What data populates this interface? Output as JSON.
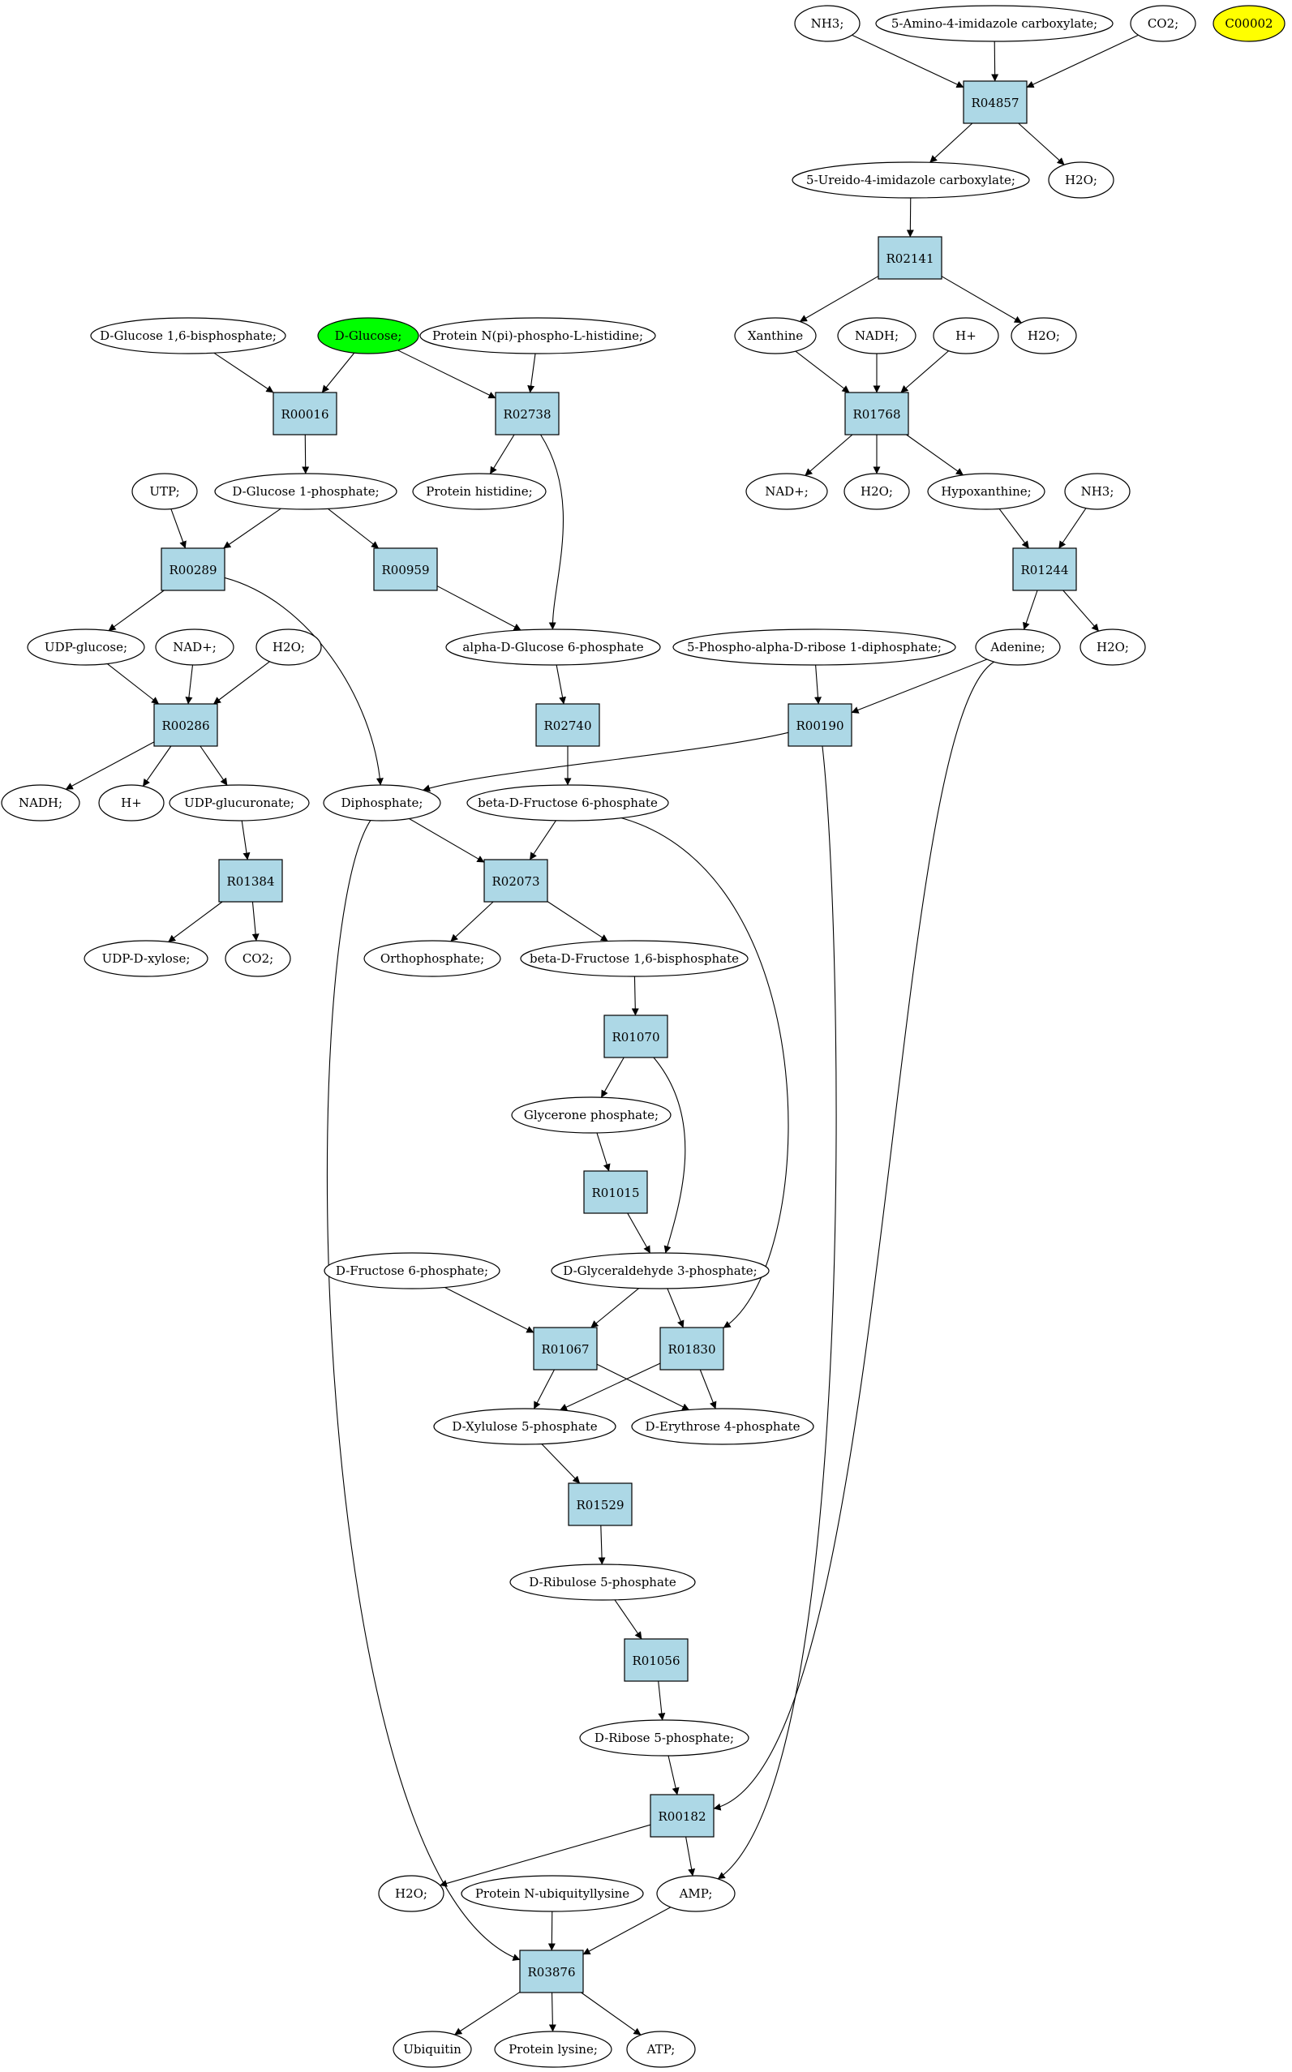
{
  "colors": {
    "reaction_fill": "#add8e6",
    "compound_fill": "#ffffff",
    "start_fill": "#00ff00",
    "highlight_fill": "#ffff00",
    "stroke": "#000000"
  },
  "compounds": [
    {
      "id": "nh3_a",
      "label": "NH3;"
    },
    {
      "id": "amino_imid",
      "label": "5-Amino-4-imidazole carboxylate;"
    },
    {
      "id": "co2_a",
      "label": "CO2;"
    },
    {
      "id": "c00002",
      "label": "C00002",
      "fill": "highlight"
    },
    {
      "id": "ureido",
      "label": "5-Ureido-4-imidazole carboxylate;"
    },
    {
      "id": "h2o_a",
      "label": "H2O;"
    },
    {
      "id": "xanthine",
      "label": "Xanthine"
    },
    {
      "id": "nadh_a",
      "label": "NADH;"
    },
    {
      "id": "hplus_a",
      "label": "H+"
    },
    {
      "id": "h2o_b",
      "label": "H2O;"
    },
    {
      "id": "nadplus_a",
      "label": "NAD+;"
    },
    {
      "id": "h2o_c",
      "label": "H2O;"
    },
    {
      "id": "hypoxanthine",
      "label": "Hypoxanthine;"
    },
    {
      "id": "nh3_b",
      "label": "NH3;"
    },
    {
      "id": "adenine",
      "label": "Adenine;"
    },
    {
      "id": "h2o_d",
      "label": "H2O;"
    },
    {
      "id": "prpp",
      "label": "5-Phospho-alpha-D-ribose 1-diphosphate;"
    },
    {
      "id": "glc16bp",
      "label": "D-Glucose 1,6-bisphosphate;"
    },
    {
      "id": "dglucose",
      "label": "D-Glucose;",
      "fill": "start"
    },
    {
      "id": "protnphis",
      "label": "Protein N(pi)-phospho-L-histidine;"
    },
    {
      "id": "utp",
      "label": "UTP;"
    },
    {
      "id": "glc1p",
      "label": "D-Glucose 1-phosphate;"
    },
    {
      "id": "prothis",
      "label": "Protein histidine;"
    },
    {
      "id": "udpglc",
      "label": "UDP-glucose;"
    },
    {
      "id": "nadplus_b",
      "label": "NAD+;"
    },
    {
      "id": "h2o_e",
      "label": "H2O;"
    },
    {
      "id": "aglc6p",
      "label": "alpha-D-Glucose 6-phosphate"
    },
    {
      "id": "nadh_b",
      "label": "NADH;"
    },
    {
      "id": "hplus_b",
      "label": "H+"
    },
    {
      "id": "udpglcu",
      "label": "UDP-glucuronate;"
    },
    {
      "id": "diphosphate",
      "label": "Diphosphate;"
    },
    {
      "id": "bfru6p",
      "label": "beta-D-Fructose 6-phosphate"
    },
    {
      "id": "udpxyl",
      "label": "UDP-D-xylose;"
    },
    {
      "id": "co2_b",
      "label": "CO2;"
    },
    {
      "id": "orthop",
      "label": "Orthophosphate;"
    },
    {
      "id": "bfru16bp",
      "label": "beta-D-Fructose 1,6-bisphosphate"
    },
    {
      "id": "glyp",
      "label": "Glycerone phosphate;"
    },
    {
      "id": "dfru6p",
      "label": "D-Fructose 6-phosphate;"
    },
    {
      "id": "ga3p",
      "label": "D-Glyceraldehyde 3-phosphate;"
    },
    {
      "id": "xyl5p",
      "label": "D-Xylulose 5-phosphate"
    },
    {
      "id": "ery4p",
      "label": "D-Erythrose 4-phosphate"
    },
    {
      "id": "rul5p",
      "label": "D-Ribulose 5-phosphate"
    },
    {
      "id": "rib5p",
      "label": "D-Ribose 5-phosphate;"
    },
    {
      "id": "h2o_f",
      "label": "H2O;"
    },
    {
      "id": "protubq",
      "label": "Protein N-ubiquityllysine"
    },
    {
      "id": "amp",
      "label": "AMP;"
    },
    {
      "id": "ubiquitin",
      "label": "Ubiquitin"
    },
    {
      "id": "protlys",
      "label": "Protein lysine;"
    },
    {
      "id": "atp",
      "label": "ATP;"
    }
  ],
  "reactions": [
    {
      "id": "R04857",
      "label": "R04857"
    },
    {
      "id": "R02141",
      "label": "R02141"
    },
    {
      "id": "R01768",
      "label": "R01768"
    },
    {
      "id": "R01244",
      "label": "R01244"
    },
    {
      "id": "R00016",
      "label": "R00016"
    },
    {
      "id": "R02738",
      "label": "R02738"
    },
    {
      "id": "R00289",
      "label": "R00289"
    },
    {
      "id": "R00959",
      "label": "R00959"
    },
    {
      "id": "R00286",
      "label": "R00286"
    },
    {
      "id": "R02740",
      "label": "R02740"
    },
    {
      "id": "R00190",
      "label": "R00190"
    },
    {
      "id": "R01384",
      "label": "R01384"
    },
    {
      "id": "R02073",
      "label": "R02073"
    },
    {
      "id": "R01070",
      "label": "R01070"
    },
    {
      "id": "R01015",
      "label": "R01015"
    },
    {
      "id": "R01067",
      "label": "R01067"
    },
    {
      "id": "R01830",
      "label": "R01830"
    },
    {
      "id": "R01529",
      "label": "R01529"
    },
    {
      "id": "R01056",
      "label": "R01056"
    },
    {
      "id": "R00182",
      "label": "R00182"
    },
    {
      "id": "R03876",
      "label": "R03876"
    }
  ],
  "edges": [
    [
      "nh3_a",
      "R04857"
    ],
    [
      "amino_imid",
      "R04857"
    ],
    [
      "co2_a",
      "R04857"
    ],
    [
      "R04857",
      "ureido"
    ],
    [
      "R04857",
      "h2o_a"
    ],
    [
      "ureido",
      "R02141"
    ],
    [
      "R02141",
      "xanthine"
    ],
    [
      "R02141",
      "h2o_b"
    ],
    [
      "xanthine",
      "R01768"
    ],
    [
      "nadh_a",
      "R01768"
    ],
    [
      "hplus_a",
      "R01768"
    ],
    [
      "R01768",
      "nadplus_a"
    ],
    [
      "R01768",
      "h2o_c"
    ],
    [
      "R01768",
      "hypoxanthine"
    ],
    [
      "hypoxanthine",
      "R01244"
    ],
    [
      "nh3_b",
      "R01244"
    ],
    [
      "R01244",
      "adenine"
    ],
    [
      "R01244",
      "h2o_d"
    ],
    [
      "glc16bp",
      "R00016"
    ],
    [
      "dglucose",
      "R00016"
    ],
    [
      "dglucose",
      "R02738"
    ],
    [
      "protnphis",
      "R02738"
    ],
    [
      "R00016",
      "glc1p"
    ],
    [
      "R02738",
      "prothis"
    ],
    [
      "R02738",
      "aglc6p"
    ],
    [
      "utp",
      "R00289"
    ],
    [
      "glc1p",
      "R00289"
    ],
    [
      "glc1p",
      "R00959"
    ],
    [
      "R00289",
      "udpglc"
    ],
    [
      "R00289",
      "diphosphate"
    ],
    [
      "R00959",
      "aglc6p"
    ],
    [
      "udpglc",
      "R00286"
    ],
    [
      "nadplus_b",
      "R00286"
    ],
    [
      "h2o_e",
      "R00286"
    ],
    [
      "R00286",
      "nadh_b"
    ],
    [
      "R00286",
      "hplus_b"
    ],
    [
      "R00286",
      "udpglcu"
    ],
    [
      "aglc6p",
      "R02740"
    ],
    [
      "R02740",
      "bfru6p"
    ],
    [
      "prpp",
      "R00190"
    ],
    [
      "adenine",
      "R00190"
    ],
    [
      "adenine",
      "R00182"
    ],
    [
      "R00190",
      "diphosphate"
    ],
    [
      "R00190",
      "amp"
    ],
    [
      "udpglcu",
      "R01384"
    ],
    [
      "R01384",
      "udpxyl"
    ],
    [
      "R01384",
      "co2_b"
    ],
    [
      "diphosphate",
      "R02073"
    ],
    [
      "bfru6p",
      "R02073"
    ],
    [
      "diphosphate",
      "R03876"
    ],
    [
      "bfru6p",
      "R01830"
    ],
    [
      "R02073",
      "orthop"
    ],
    [
      "R02073",
      "bfru16bp"
    ],
    [
      "bfru16bp",
      "R01070"
    ],
    [
      "R01070",
      "glyp"
    ],
    [
      "R01070",
      "ga3p"
    ],
    [
      "glyp",
      "R01015"
    ],
    [
      "R01015",
      "ga3p"
    ],
    [
      "dfru6p",
      "R01067"
    ],
    [
      "ga3p",
      "R01067"
    ],
    [
      "ga3p",
      "R01830"
    ],
    [
      "R01067",
      "xyl5p"
    ],
    [
      "R01067",
      "ery4p"
    ],
    [
      "R01830",
      "xyl5p"
    ],
    [
      "R01830",
      "ery4p"
    ],
    [
      "xyl5p",
      "R01529"
    ],
    [
      "R01529",
      "rul5p"
    ],
    [
      "rul5p",
      "R01056"
    ],
    [
      "R01056",
      "rib5p"
    ],
    [
      "rib5p",
      "R00182"
    ],
    [
      "R00182",
      "h2o_f"
    ],
    [
      "R00182",
      "amp"
    ],
    [
      "protubq",
      "R03876"
    ],
    [
      "amp",
      "R03876"
    ],
    [
      "R03876",
      "ubiquitin"
    ],
    [
      "R03876",
      "protlys"
    ],
    [
      "R03876",
      "atp"
    ]
  ]
}
